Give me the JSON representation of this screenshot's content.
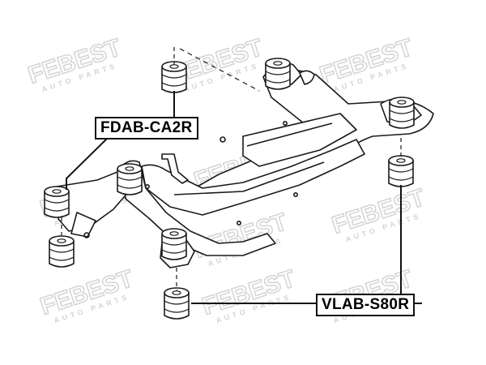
{
  "watermark": {
    "brand": "FEBEST",
    "tagline": "AUTO PARTS"
  },
  "parts": [
    {
      "id": "a",
      "part_number": "FDAB-CA2R"
    },
    {
      "id": "b",
      "part_number": "VLAB-S80R"
    }
  ],
  "colors": {
    "line": "#1a1a1a",
    "watermark": "#d4d4d4",
    "background": "#ffffff"
  }
}
